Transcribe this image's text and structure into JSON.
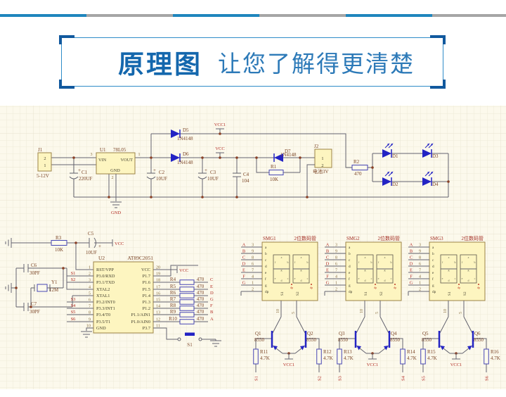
{
  "header": {
    "title": "原理图",
    "subtitle": "让您了解得更清楚"
  },
  "colors": {
    "accent": "#1f86bd",
    "title_blue": "#1467ad",
    "subtitle_blue": "#2d7ab8",
    "sheet_bg": "#fcf9ec",
    "component_fill": "#fdf5c0",
    "symbol_blue": "#2323c4",
    "net_red": "#b22a22",
    "label_brown": "#7b4526"
  },
  "schematic": {
    "power": {
      "j1": {
        "ref": "J1",
        "pin_top": "2",
        "pin_bottom": "1",
        "caption": "5-12V"
      },
      "c1": {
        "plus": "+",
        "ref": "C1",
        "value": "220UF"
      },
      "u1": {
        "ref": "U1",
        "part": "78L05",
        "vin": "VIN",
        "vout": "VOUT",
        "gnd": "GND",
        "pin3": "3",
        "pin1": "1",
        "pin2": "2",
        "gnd_port": "GND"
      },
      "c2": {
        "plus": "+",
        "ref": "C2",
        "value": "10UF"
      },
      "c3": {
        "plus": "+",
        "ref": "C3",
        "value": "10UF"
      },
      "c4": {
        "ref": "C4",
        "value": "104"
      },
      "d5": {
        "ref": "D5",
        "value": "1N4148"
      },
      "d6": {
        "ref": "D6",
        "value": "1N4148"
      },
      "d7": {
        "ref": "D7",
        "value": "1N4148"
      },
      "r1": {
        "ref": "R1",
        "value": "10K"
      },
      "r2": {
        "ref": "R2",
        "value": "470"
      },
      "j2": {
        "ref": "J2",
        "pin_top": "1",
        "pin_bottom": "2",
        "caption": "电池3V"
      },
      "vcc1_port": "VCC1",
      "vcc_port": "VCC",
      "led_refs": [
        "D1",
        "D2",
        "D3",
        "D4"
      ]
    },
    "mcu": {
      "u2_ref": "U2",
      "u2_part": "AT89C2051",
      "left_pins": [
        {
          "num": "1",
          "name": "RST/VPP",
          "net": ""
        },
        {
          "num": "2",
          "name": "P3.0/RXD",
          "net": "S1"
        },
        {
          "num": "3",
          "name": "P3.1/TXD",
          "net": "S2"
        },
        {
          "num": "4",
          "name": "XTAL2",
          "net": ""
        },
        {
          "num": "5",
          "name": "XTAL1",
          "net": ""
        },
        {
          "num": "6",
          "name": "P3.2/INT0",
          "net": "S3"
        },
        {
          "num": "7",
          "name": "P3.3/INT1",
          "net": "S4"
        },
        {
          "num": "8",
          "name": "P3.4/T0",
          "net": "S5"
        },
        {
          "num": "9",
          "name": "P3.5/T1",
          "net": "S6"
        },
        {
          "num": "10",
          "name": "GND",
          "net": ""
        }
      ],
      "right_pins": [
        {
          "num": "20",
          "name": "VCC"
        },
        {
          "num": "19",
          "name": "P1.7"
        },
        {
          "num": "18",
          "name": "P1.6"
        },
        {
          "num": "17",
          "name": "P1.5"
        },
        {
          "num": "16",
          "name": "P1.4"
        },
        {
          "num": "15",
          "name": "P1.3"
        },
        {
          "num": "14",
          "name": "P1.2"
        },
        {
          "num": "13",
          "name": "P1.1/AIN1"
        },
        {
          "num": "12",
          "name": "P1.0/AIN0"
        },
        {
          "num": "11",
          "name": "P3.7"
        }
      ],
      "r3": {
        "ref": "R3",
        "value": "10K"
      },
      "c5": {
        "ref": "C5",
        "value": "10UF",
        "plus": "+"
      },
      "c6": {
        "ref": "C6",
        "value": "30PF"
      },
      "c7": {
        "ref": "C7",
        "value": "30PF"
      },
      "y1": {
        "ref": "Y1",
        "value": "12M"
      },
      "rst_vcc_port": "VCC",
      "pin20_vcc_port": "VCC",
      "button_ref": "S1",
      "seg_res": [
        {
          "ref": "R4",
          "value": "470",
          "net": "C"
        },
        {
          "ref": "R5",
          "value": "470",
          "net": "E"
        },
        {
          "ref": "R6",
          "value": "470",
          "net": "D"
        },
        {
          "ref": "R7",
          "value": "470",
          "net": "G"
        },
        {
          "ref": "R8",
          "value": "470",
          "net": "F"
        },
        {
          "ref": "R9",
          "value": "470",
          "net": "B"
        },
        {
          "ref": "R10",
          "value": "470",
          "net": "A"
        }
      ]
    },
    "displays": [
      {
        "ref": "SMG1",
        "title": "2位数码管",
        "pins": [
          {
            "net": "A",
            "num": "3"
          },
          {
            "net": "B",
            "num": "9"
          },
          {
            "net": "C",
            "num": "8"
          },
          {
            "net": "D",
            "num": "6"
          },
          {
            "net": "E",
            "num": "7"
          },
          {
            "net": "F",
            "num": "4"
          },
          {
            "net": "G",
            "num": "1"
          },
          {
            "net": "",
            "num": "2"
          }
        ],
        "seg": [
          "a",
          "b",
          "c",
          "d",
          "e",
          "f",
          "g",
          "dp"
        ],
        "sel": [
          "S1",
          "S2"
        ],
        "bottom_pins": [
          "10",
          "5"
        ],
        "q_left": {
          "ref": "Q1",
          "value": "8550"
        },
        "q_right": {
          "ref": "Q2",
          "value": "8550"
        },
        "r_left": {
          "ref": "R11",
          "value": "4.7K",
          "net": "S1"
        },
        "r_right": {
          "ref": "R12",
          "value": "4.7K",
          "net": "S2"
        },
        "vcc_port": "VCC1"
      },
      {
        "ref": "SMG2",
        "title": "2位数码管",
        "pins": [
          {
            "net": "A",
            "num": "3"
          },
          {
            "net": "B",
            "num": "9"
          },
          {
            "net": "C",
            "num": "8"
          },
          {
            "net": "D",
            "num": "6"
          },
          {
            "net": "E",
            "num": "7"
          },
          {
            "net": "F",
            "num": "4"
          },
          {
            "net": "G",
            "num": "1"
          },
          {
            "net": "",
            "num": "2"
          }
        ],
        "seg": [
          "a",
          "b",
          "c",
          "d",
          "e",
          "f",
          "g",
          "dp"
        ],
        "sel": [
          "S1",
          "S2"
        ],
        "bottom_pins": [
          "10",
          "5"
        ],
        "q_left": {
          "ref": "Q3",
          "value": "8550"
        },
        "q_right": {
          "ref": "Q4",
          "value": "8550"
        },
        "r_left": {
          "ref": "R13",
          "value": "4.7K",
          "net": "S3"
        },
        "r_right": {
          "ref": "R14",
          "value": "4.7K",
          "net": "S4"
        },
        "vcc_port": "VCC1"
      },
      {
        "ref": "SMG3",
        "title": "2位数码管",
        "pins": [
          {
            "net": "A",
            "num": "3"
          },
          {
            "net": "B",
            "num": "9"
          },
          {
            "net": "C",
            "num": "8"
          },
          {
            "net": "D",
            "num": "6"
          },
          {
            "net": "E",
            "num": "7"
          },
          {
            "net": "F",
            "num": "4"
          },
          {
            "net": "G",
            "num": "1"
          },
          {
            "net": "",
            "num": "2"
          }
        ],
        "seg": [
          "a",
          "b",
          "c",
          "d",
          "e",
          "f",
          "g",
          "dp"
        ],
        "sel": [
          "S1",
          "S2"
        ],
        "bottom_pins": [
          "10",
          "5"
        ],
        "q_left": {
          "ref": "Q5",
          "value": "8550"
        },
        "q_right": {
          "ref": "Q6",
          "value": "8550"
        },
        "r_left": {
          "ref": "R15",
          "value": "4.7K",
          "net": "S5"
        },
        "r_right": {
          "ref": "R16",
          "value": "4.7K",
          "net": "S6"
        },
        "vcc_port": "VCC1"
      }
    ]
  }
}
